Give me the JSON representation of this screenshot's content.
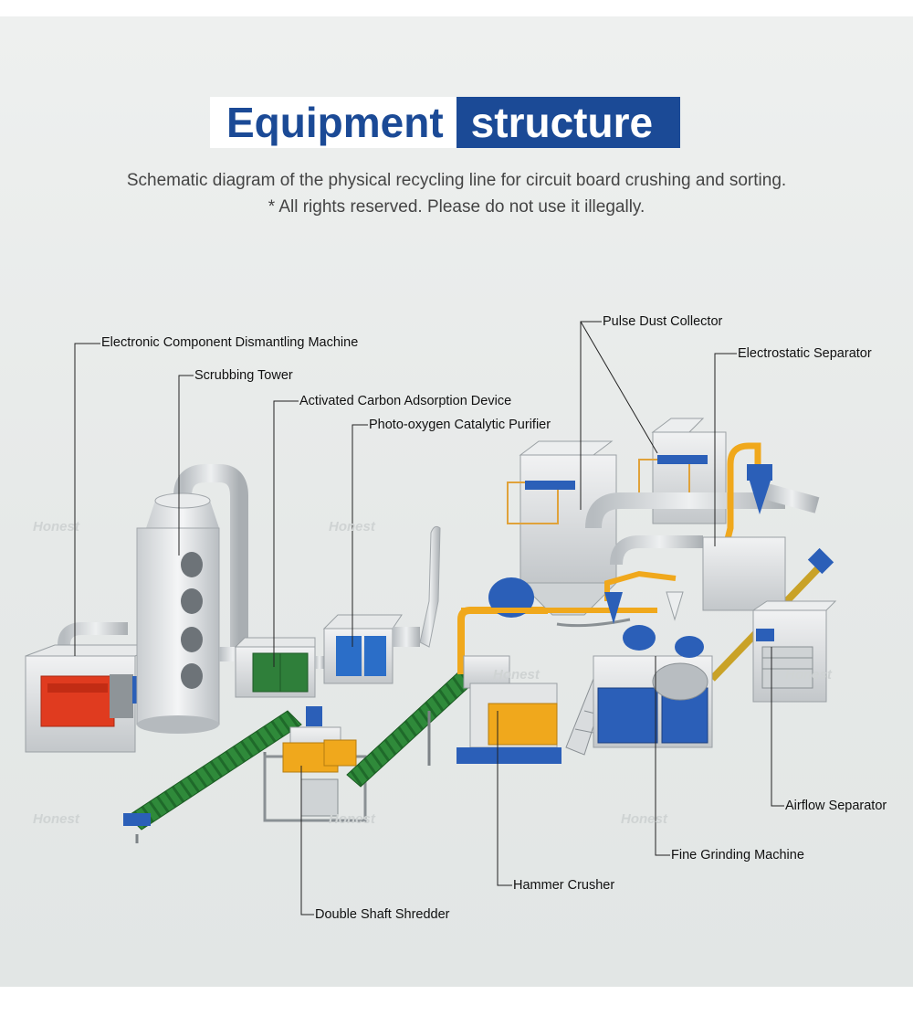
{
  "header": {
    "title_part1": "Equipment",
    "title_part2": "structure",
    "subtitle": "Schematic diagram of the physical recycling line for circuit board crushing and sorting.",
    "note": "* All rights reserved. Please do not use it illegally."
  },
  "labels": {
    "dismantling": "Electronic Component Dismantling Machine",
    "scrubbing": "Scrubbing Tower",
    "carbon": "Activated Carbon Adsorption Device",
    "photo": "Photo-oxygen Catalytic Purifier",
    "pulse": "Pulse Dust Collector",
    "electrostatic": "Electrostatic Separator",
    "airflow": "Airflow Separator",
    "grinding": "Fine Grinding Machine",
    "hammer": "Hammer Crusher",
    "shredder": "Double Shaft Shredder"
  },
  "watermark": "Honest",
  "colors": {
    "brand_blue": "#1b4a96",
    "machine_red": "#e03b1f",
    "conveyor_green": "#2f8a3a",
    "machine_orange": "#f0a81c",
    "machine_blue": "#2b5fb8"
  }
}
